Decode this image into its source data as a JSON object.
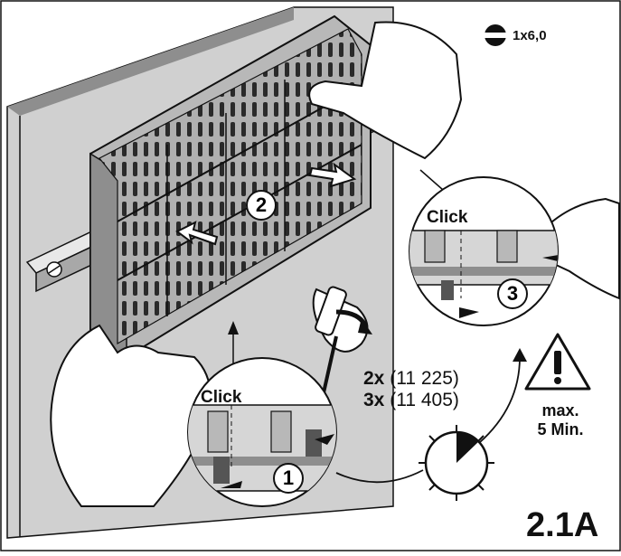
{
  "tool": {
    "screwdriver_size": "1x6,0",
    "icon": "flat-screwdriver-icon"
  },
  "steps": [
    {
      "number": "1",
      "click_label": "Click"
    },
    {
      "number": "2"
    },
    {
      "number": "3",
      "click_label": "Click"
    }
  ],
  "quantities": [
    {
      "multiplier": "2x",
      "part": "(11 225)"
    },
    {
      "multiplier": "3x",
      "part": "(11 405)"
    }
  ],
  "warning": {
    "icon": "warning-triangle-icon",
    "line1": "max.",
    "line2": "5 Min."
  },
  "timer_icon": "stopwatch-icon",
  "figure_id": "2.1A",
  "colors": {
    "line": "#111111",
    "wall": "#d0d0d0",
    "housing": "#b8b8b8",
    "shadow": "#8e8e8e",
    "white": "#ffffff"
  }
}
